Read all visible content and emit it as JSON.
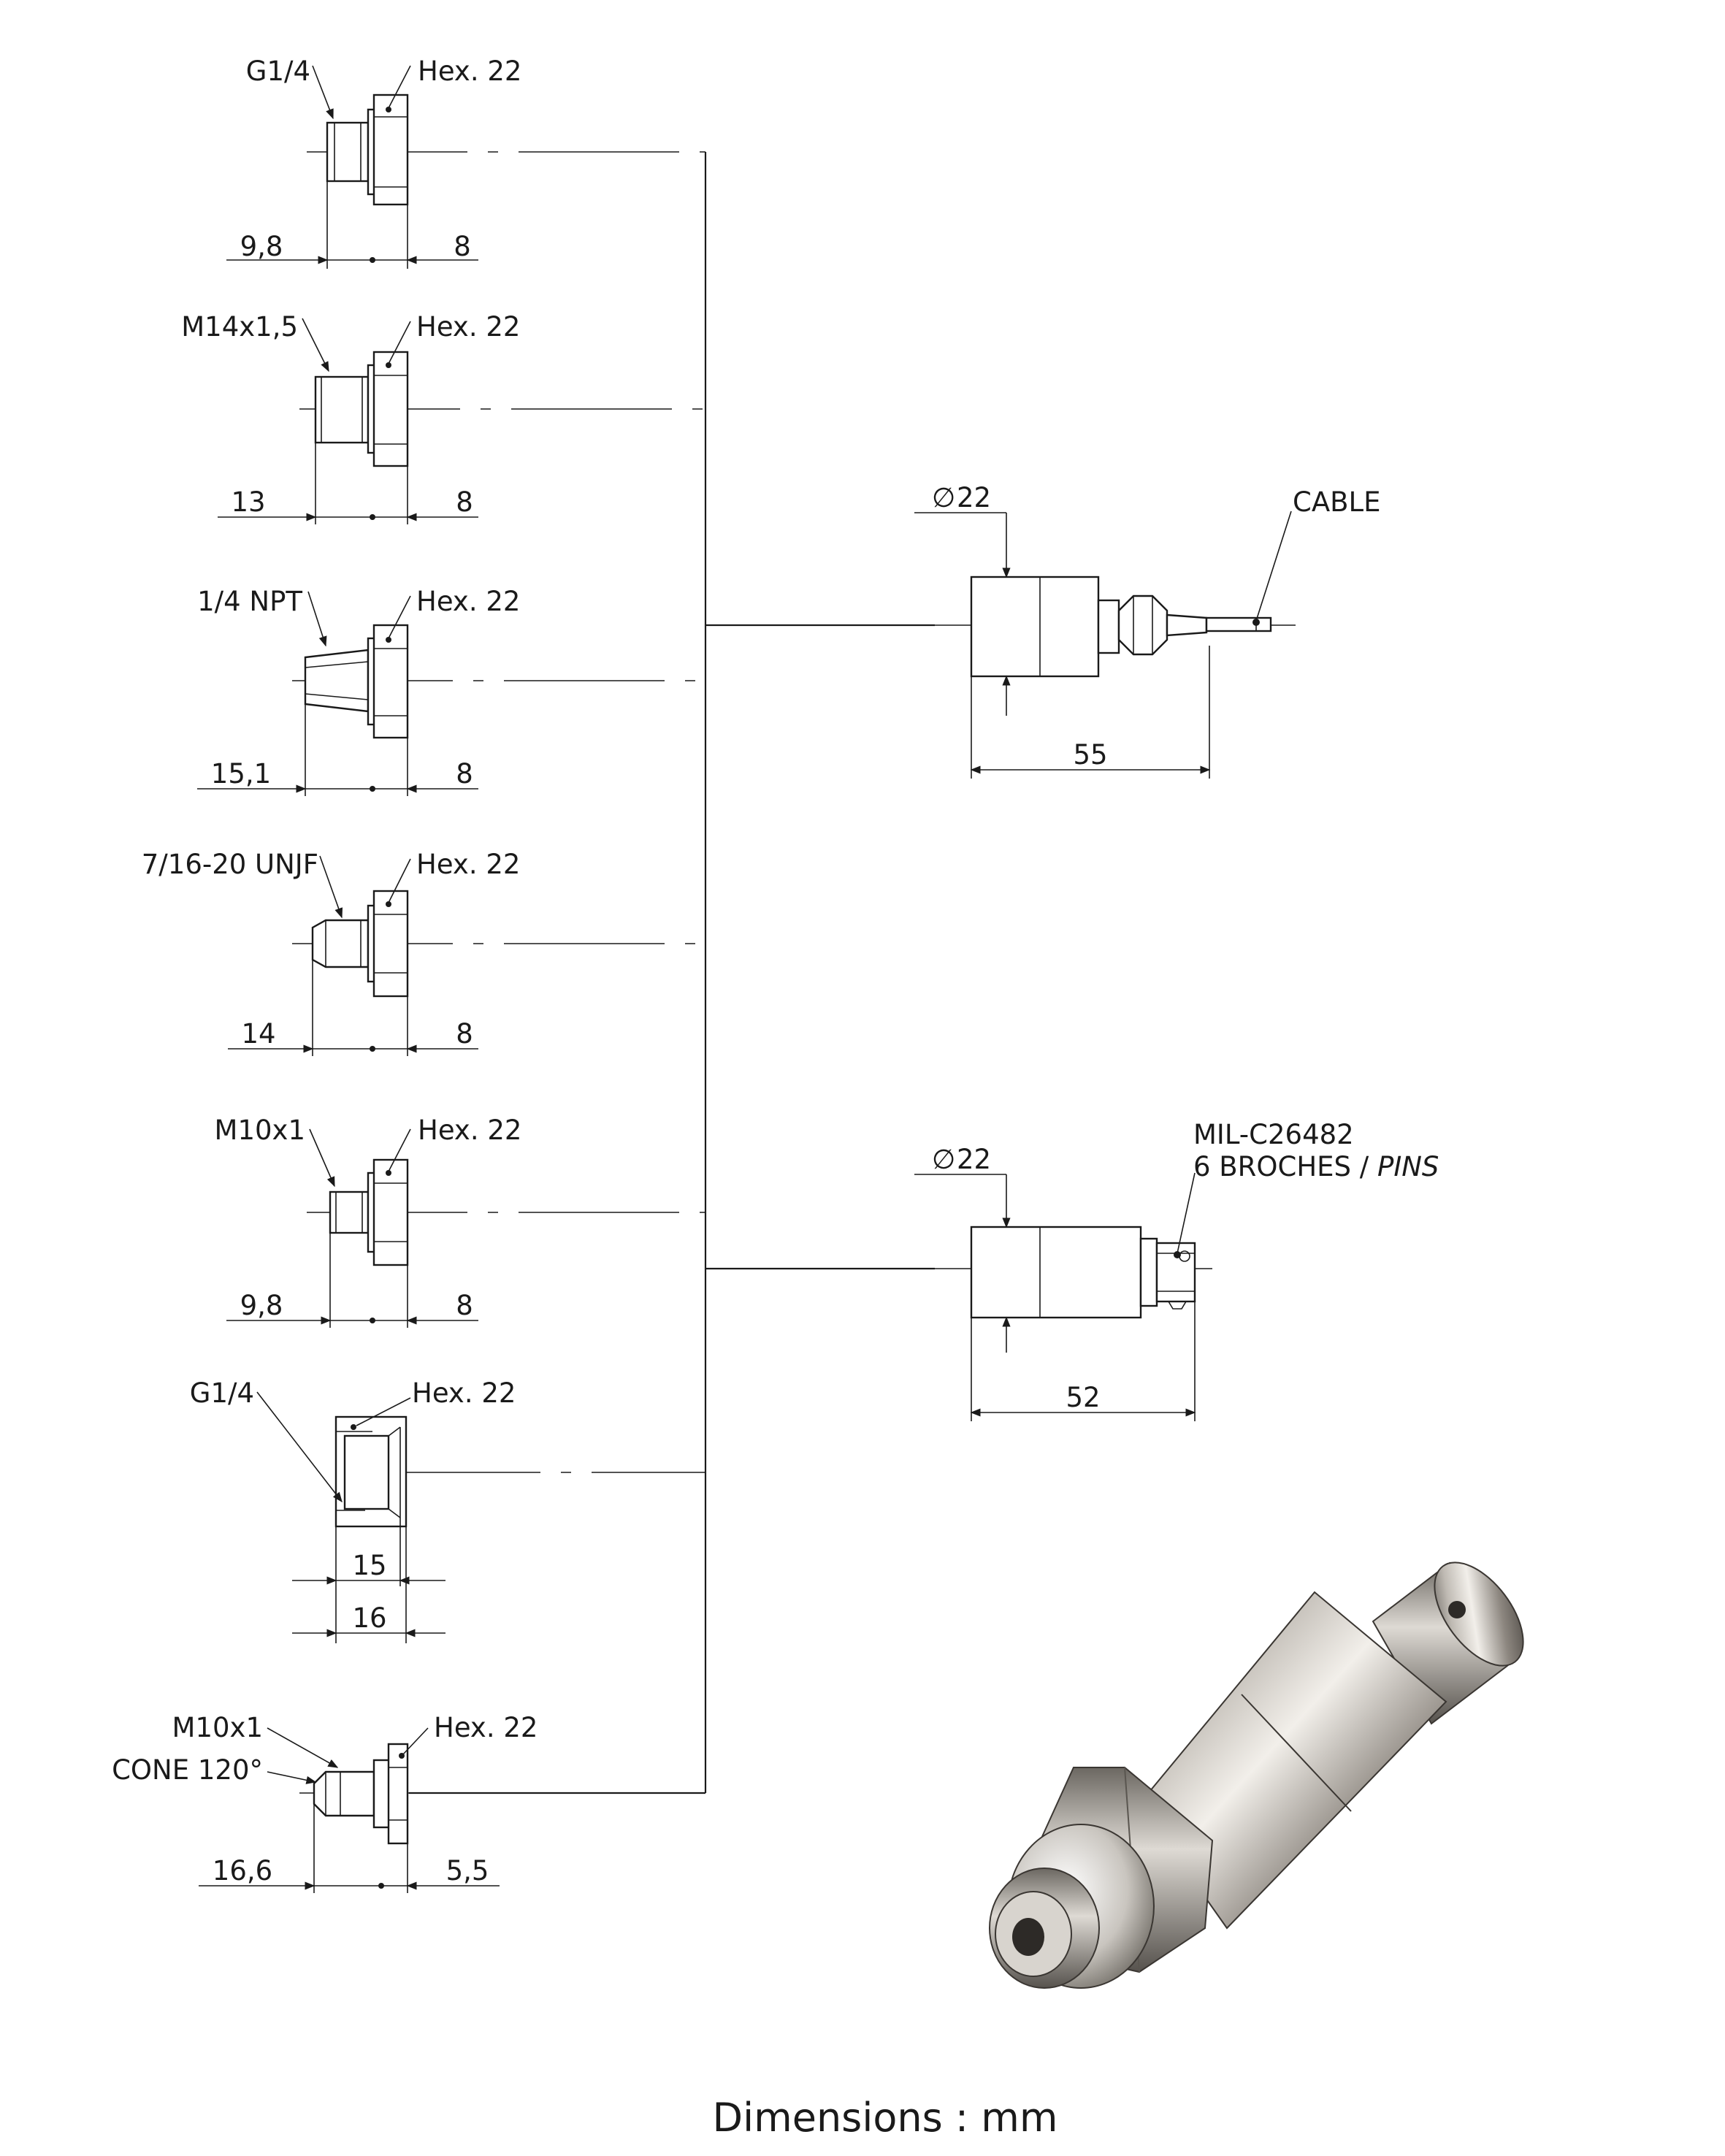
{
  "title": "Dimensions : mm",
  "fittings": [
    {
      "thread": "G1/4",
      "hex": "Hex. 22",
      "dim_left": "9,8",
      "dim_right": "8"
    },
    {
      "thread": "M14x1,5",
      "hex": "Hex. 22",
      "dim_left": "13",
      "dim_right": "8"
    },
    {
      "thread": "1/4 NPT",
      "hex": "Hex. 22",
      "dim_left": "15,1",
      "dim_right": "8"
    },
    {
      "thread": "7/16-20 UNJF",
      "hex": "Hex. 22",
      "dim_left": "14",
      "dim_right": "8"
    },
    {
      "thread": "M10x1",
      "hex": "Hex. 22",
      "dim_left": "9,8",
      "dim_right": "8"
    },
    {
      "thread": "G1/4",
      "hex": "Hex. 22",
      "dim_a": "15",
      "dim_b": "16"
    },
    {
      "thread": "M10x1",
      "thread2": "CONE 120°",
      "hex": "Hex. 22",
      "dim_left": "16,6",
      "dim_right": "5,5"
    }
  ],
  "cable_version": {
    "diameter": "22",
    "length": "55",
    "label": "CABLE"
  },
  "connector_version": {
    "diameter": "22",
    "length": "52",
    "label_line1": "MIL-C26482",
    "label_line2_prefix": "6 BROCHES / ",
    "label_line2_italic": "PINS"
  },
  "diameter_symbol": "∅"
}
